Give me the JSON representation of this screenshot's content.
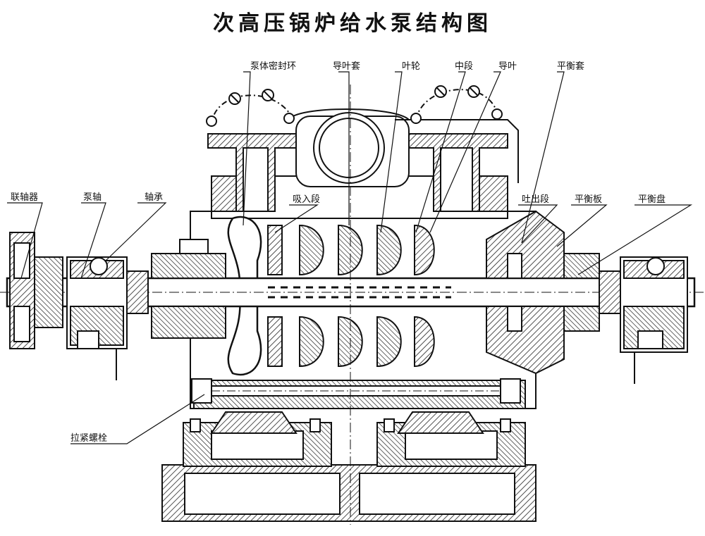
{
  "title": "次高压锅炉给水泵结构图",
  "labels": {
    "pump_casing_seal_ring": "泵体密封环",
    "guide_vane_sleeve": "导叶套",
    "impeller": "叶轮",
    "middle_section": "中段",
    "guide_vane": "导叶",
    "balance_sleeve": "平衡套",
    "coupling": "联轴器",
    "pump_shaft": "泵轴",
    "bearing": "轴承",
    "suction_section": "吸入段",
    "discharge_section": "吐出段",
    "balance_plate": "平衡板",
    "balance_disc": "平衡盘",
    "tie_bolt": "拉紧螺栓"
  },
  "colors": {
    "ink": "#111111",
    "paper": "#ffffff",
    "hatch": "#333333"
  }
}
